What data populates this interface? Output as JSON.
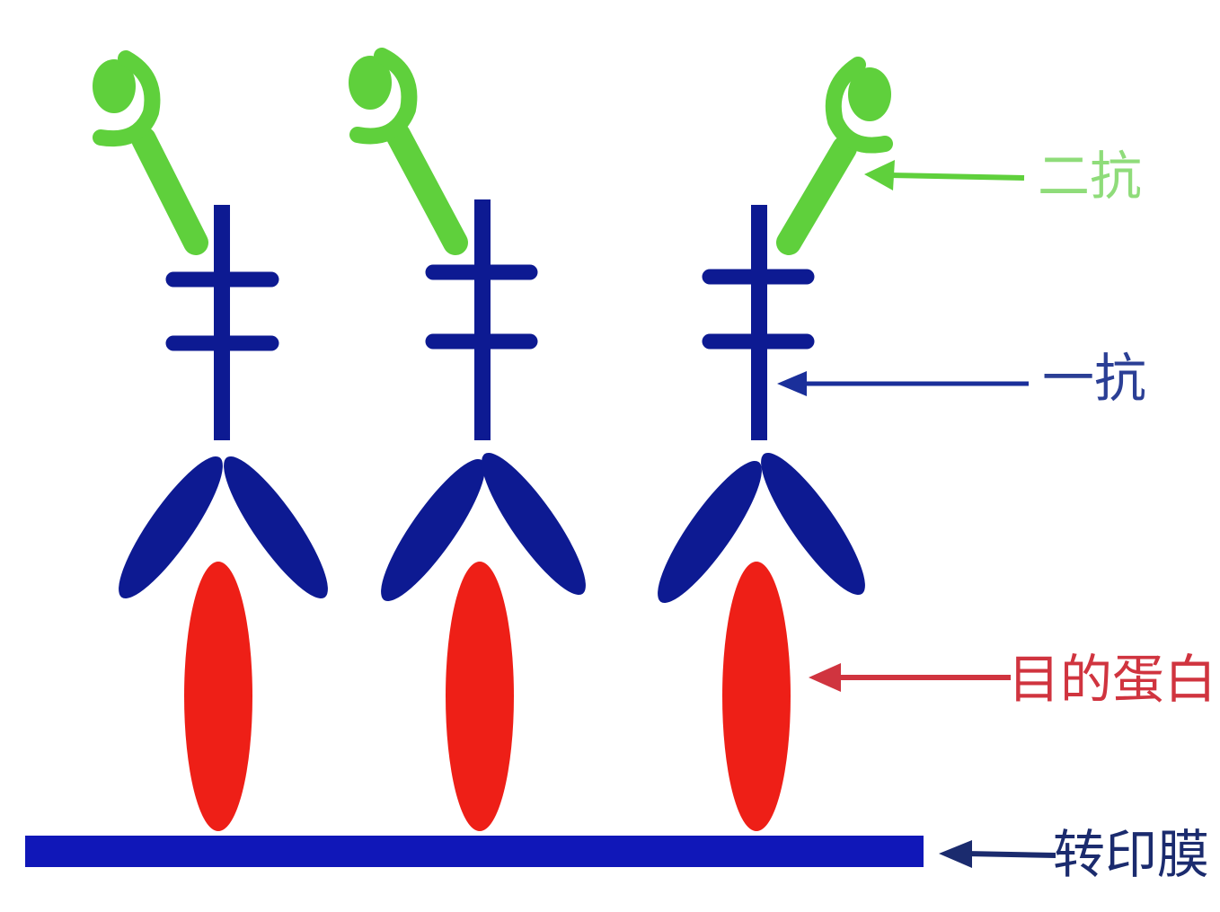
{
  "colors": {
    "background": "#ffffff",
    "secondary_antibody": "#5fd03c",
    "primary_antibody": "#0d1a92",
    "target_protein": "#ee1f17",
    "membrane": "#1017b8",
    "label_green": "#5fd03c",
    "label_blue": "#1a2f9a",
    "label_red": "#d0343f",
    "label_dark": "#1b2b6e"
  },
  "labels": {
    "secondary_antibody": "二抗",
    "primary_antibody": "一抗",
    "target_protein": "目的蛋白",
    "membrane": "转印膜"
  },
  "complex_count": 3
}
